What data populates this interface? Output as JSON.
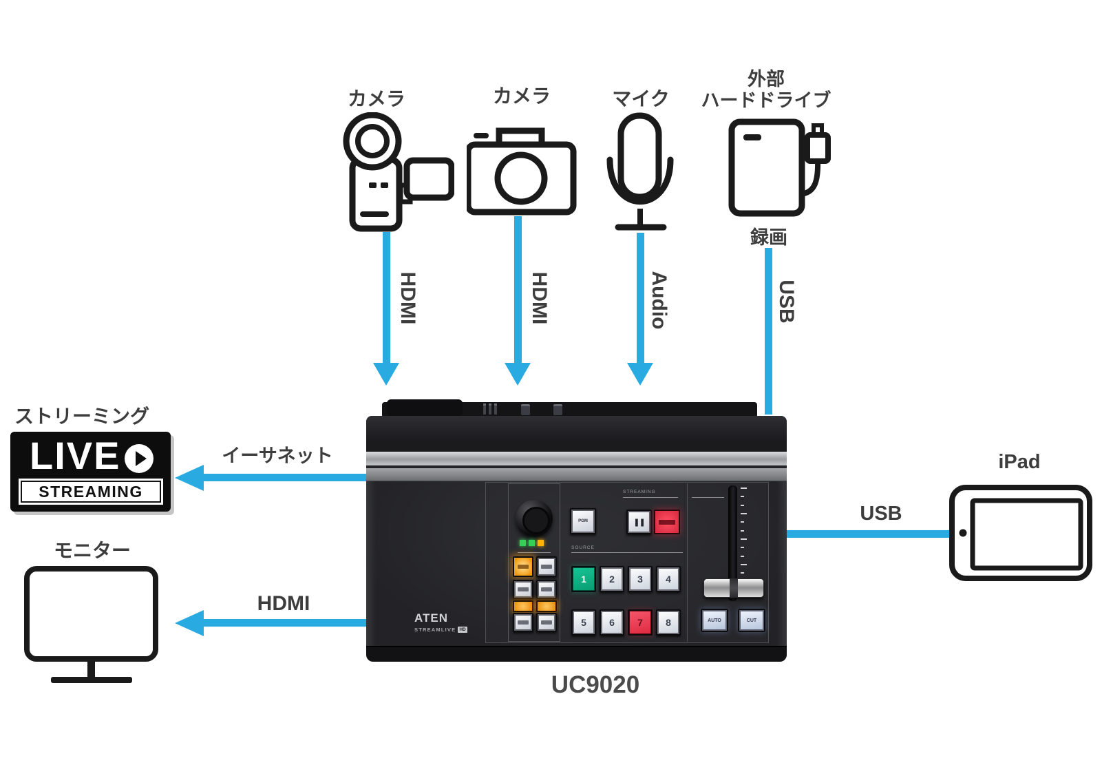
{
  "palette": {
    "accent_blue": "#29ABE2",
    "label_gray": "#3D3D3D",
    "icon_stroke": "#1A1A1A"
  },
  "sources": {
    "camcorder": {
      "label": "カメラ",
      "cable": "HDMI"
    },
    "camera": {
      "label": "カメラ",
      "cable": "HDMI"
    },
    "microphone": {
      "label": "マイク",
      "cable": "Audio"
    },
    "hard_drive": {
      "label_line1": "外部",
      "label_line2": "ハードドライブ",
      "caption": "録画",
      "cable": "USB"
    }
  },
  "outputs": {
    "streaming": {
      "label": "ストリーミング",
      "cable": "イーサネット",
      "logo_top": "LIVE",
      "logo_bottom": "STREAMING"
    },
    "monitor": {
      "label": "モニター",
      "cable": "HDMI"
    },
    "ipad": {
      "label": "iPad",
      "cable": "USB"
    }
  },
  "switcher": {
    "model": "UC9020",
    "brand": "ATEN",
    "brand_line2": "STREAMLIVE",
    "brand_badge": "HD",
    "panel": {
      "section_streaming": "STREAMING",
      "section_source": "SOURCE",
      "btn_pgm": "PGM",
      "btn_pause": "❚❚",
      "btn_auto": "AUTO",
      "btn_cut": "CUT",
      "source_buttons": [
        "1",
        "2",
        "3",
        "4",
        "5",
        "6",
        "7",
        "8"
      ]
    }
  }
}
